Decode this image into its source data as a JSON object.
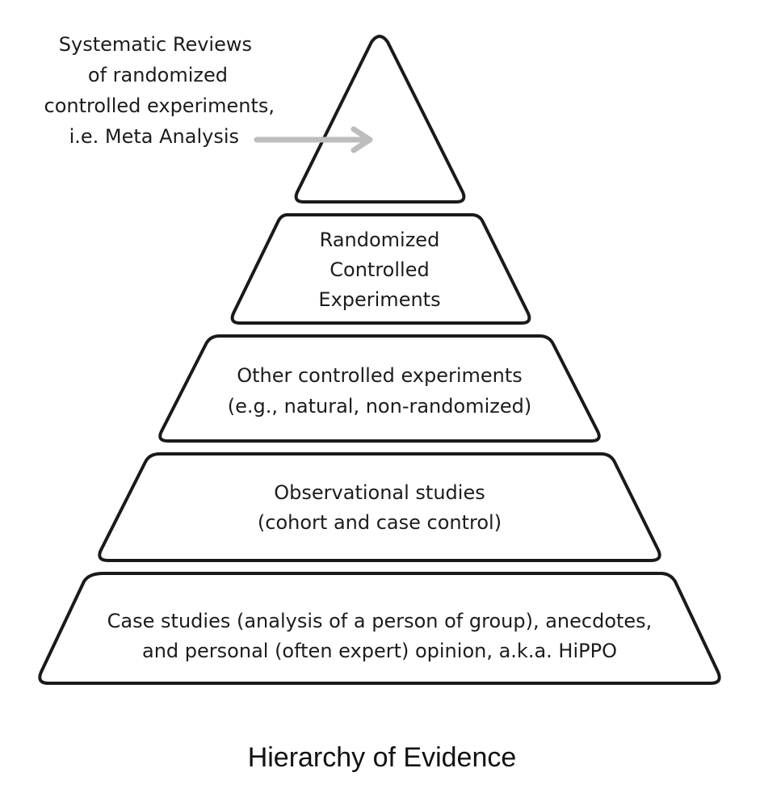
{
  "title": "Hierarchy of Evidence",
  "callout": {
    "lines": [
      "Systematic Reviews",
      "of randomized",
      "controlled experiments,",
      "i.e. Meta Analysis"
    ]
  },
  "levels": [
    {
      "name": "level-meta-analysis",
      "lines": []
    },
    {
      "name": "level-randomized-controlled",
      "lines": [
        "Randomized",
        "Controlled",
        "Experiments"
      ]
    },
    {
      "name": "level-other-controlled",
      "lines": [
        "Other controlled experiments",
        "(e.g., natural, non-randomized)"
      ]
    },
    {
      "name": "level-observational",
      "lines": [
        "Observational studies",
        "(cohort and case control)"
      ]
    },
    {
      "name": "level-case-studies",
      "lines": [
        "Case studies (analysis of a person of group), anecdotes,",
        "and personal (often expert) opinion, a.k.a. HiPPO"
      ]
    }
  ],
  "colors": {
    "stroke": "#1a1a1a",
    "fill": "#ffffff",
    "arrow": "#bdbdbd",
    "text": "#1c1c1c"
  }
}
